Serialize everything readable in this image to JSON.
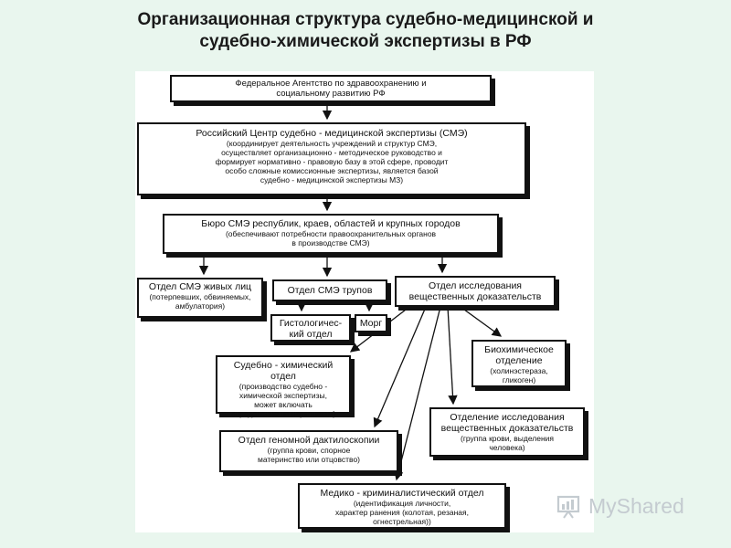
{
  "title": {
    "line1": "Организационная структура судебно-медицинской и",
    "line2": "судебно-химической экспертизы в РФ"
  },
  "nodes": {
    "federal_agency": {
      "lines": [
        "Федеральное Агентство по здравоохранению и",
        "социальному развитию РФ"
      ]
    },
    "rc_sme": {
      "heading": "Российский Центр судебно - медицинской экспертизы (СМЭ)",
      "lines": [
        "(координирует деятельность учреждений и структур СМЭ,",
        "осуществляет организационно - методическое руководство и",
        "формирует нормативно - правовую базу в этой сфере, проводит",
        "особо сложные комиссионные экспертизы, является базой",
        "судебно - медицинской экспертизы МЗ)"
      ]
    },
    "bureau": {
      "heading": "Бюро СМЭ республик, краев, областей и крупных городов",
      "lines": [
        "(обеспечивают потребности правоохранительных органов",
        "в производстве СМЭ)"
      ]
    },
    "living": {
      "heading": "Отдел СМЭ живых лиц",
      "lines": [
        "(потерпевших, обвиняемых,",
        "амбулатория)"
      ]
    },
    "corpses": {
      "heading": "Отдел СМЭ трупов"
    },
    "evidence": {
      "lines": [
        "Отдел исследования",
        "вещественных доказательств"
      ]
    },
    "histology": {
      "lines": [
        "Гистологичес-",
        "кий отдел"
      ]
    },
    "morgue": {
      "heading": "Морг"
    },
    "chem": {
      "heading": "Судебно - химический отдел",
      "lines": [
        "(производство судебно -",
        "химической экспертизы,",
        "может включать",
        "определение по наркотикам)"
      ]
    },
    "biochem": {
      "lines": [
        "Биохимическое",
        "отделение"
      ],
      "sub": [
        "(холинэстераза,",
        "гликоген)"
      ]
    },
    "genome": {
      "heading": "Отдел геномной дактилоскопии",
      "lines": [
        "(группа крови, спорное",
        "материнство или отцовство)"
      ]
    },
    "dept_evidence": {
      "lines": [
        "Отделение исследования",
        "вещественных доказательств"
      ],
      "sub": [
        "(группа крови, выделения",
        "человека)"
      ]
    },
    "crim": {
      "heading": "Медико - криминалистический отдел",
      "lines": [
        "(идентификация личности,",
        "характер ранения (колотая, резаная,",
        "огнестрельная))"
      ]
    },
    "watermark": {
      "text": "MyShared"
    }
  }
}
